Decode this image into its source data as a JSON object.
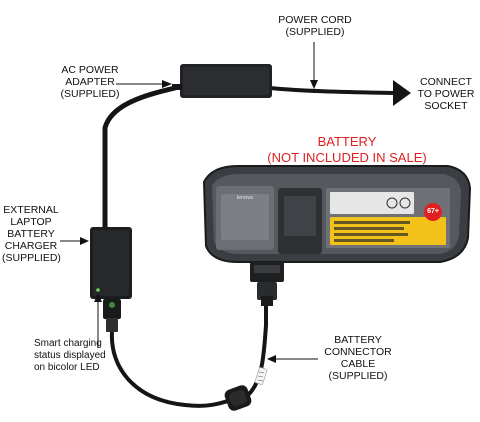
{
  "labels": {
    "power_cord": "POWER CORD\n(SUPPLIED)",
    "ac_adapter": "AC POWER\nADAPTER\n(SUPPLIED)",
    "connect": "CONNECT\nTO POWER\nSOCKET",
    "battery_title": "BATTERY",
    "battery_subtitle": "(NOT INCLUDED IN SALE)",
    "charger": "EXTERNAL\nLAPTOP\nBATTERY\nCHARGER\n(SUPPLIED)",
    "smart_charging": "Smart charging\nstatus displayed\non bicolor LED",
    "battery_cable": "BATTERY\nCONNECTOR\nCABLE\n(SUPPLIED)"
  },
  "battery": {
    "brand": "lenovo",
    "badge": "67+"
  },
  "colors": {
    "accent_red": "#e0201f",
    "label_yellow": "#f2c21a",
    "device_dark": "#1e1f21",
    "battery_grey": "#5a5e63"
  }
}
